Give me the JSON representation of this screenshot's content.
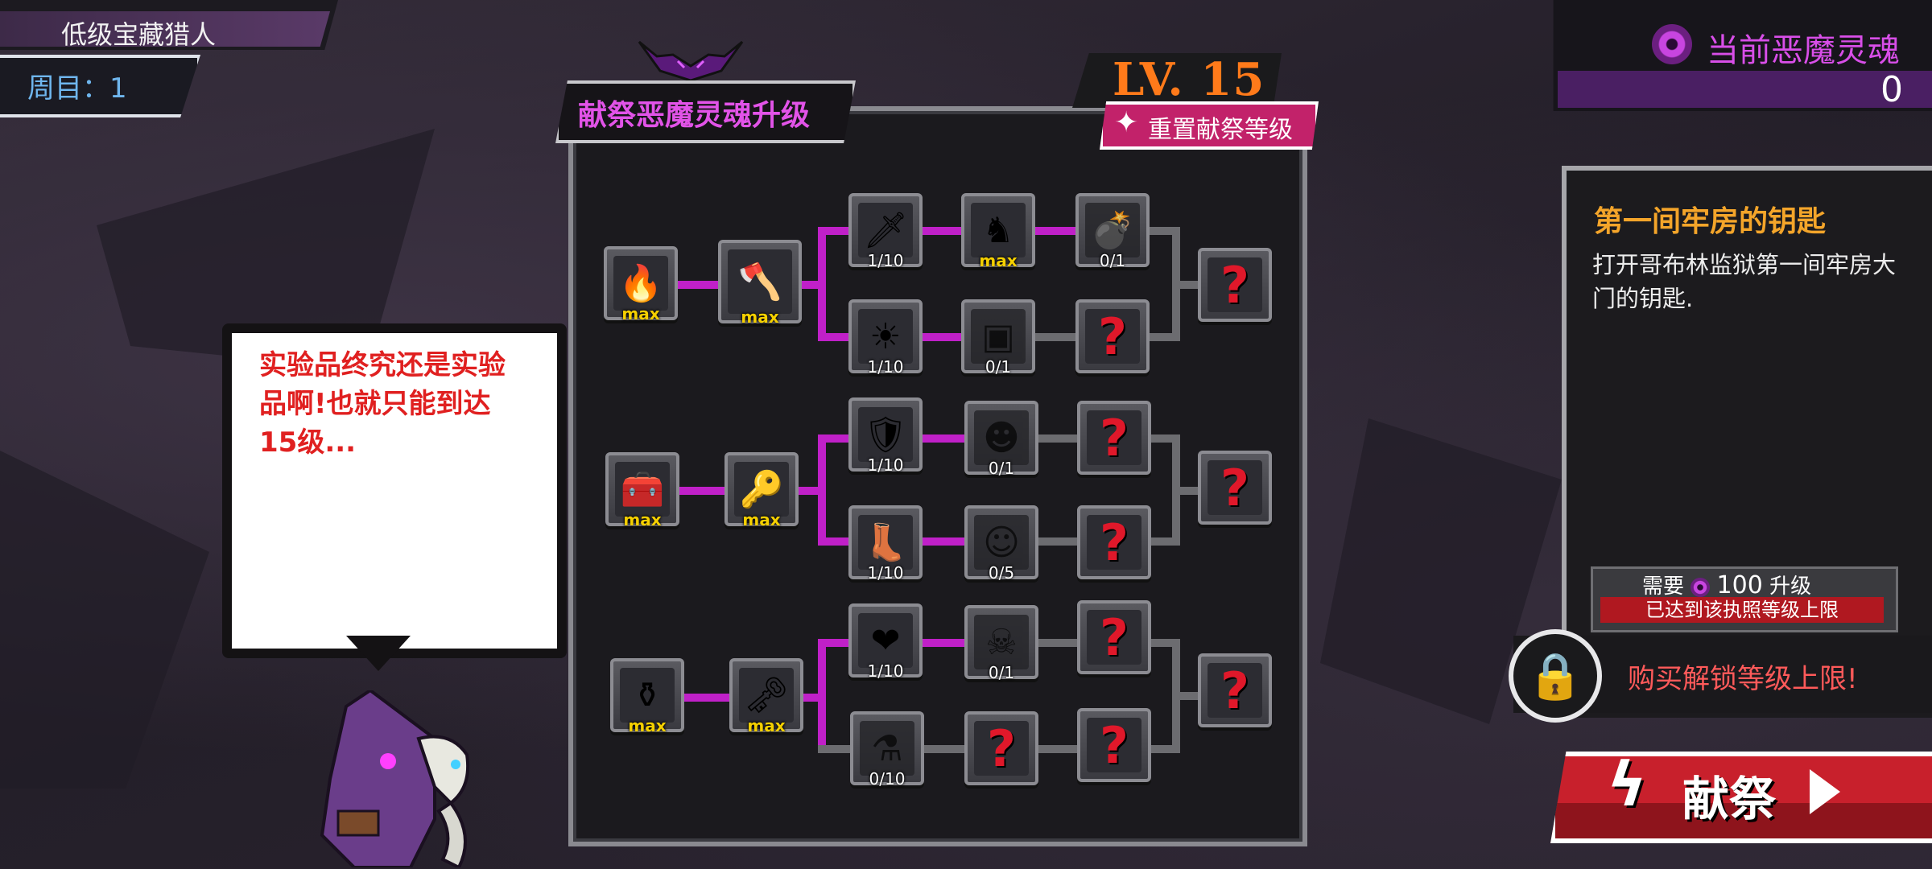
{
  "header": {
    "title": "低级宝藏猎人",
    "cycle_label": "周目：1"
  },
  "soul": {
    "label": "当前恶魔灵魂",
    "value": "0",
    "icon": "demon-soul-icon"
  },
  "board": {
    "title": "献祭恶魔灵魂升级",
    "level_text": "LV. 15",
    "reset_label": "重置献祭等级"
  },
  "rows": [
    {
      "nodes": [
        {
          "icon": "anvil-fire-icon",
          "label": "max",
          "unlocked": true
        },
        {
          "icon": "axe-icon",
          "label": "max",
          "unlocked": true
        },
        {
          "icon": "sword-up-icon",
          "label": "1/10",
          "unlocked": true
        },
        {
          "icon": "knight-icon",
          "label": "max",
          "unlocked": true
        },
        {
          "icon": "bomb-icon",
          "label": "0/1",
          "unlocked": false
        },
        {
          "icon": "sun-up-icon",
          "label": "1/10",
          "unlocked": true
        },
        {
          "icon": "cart-icon",
          "label": "0/1",
          "unlocked": false
        },
        {
          "icon": "unknown-icon",
          "label": "",
          "unlocked": false
        },
        {
          "icon": "unknown-icon",
          "label": "",
          "unlocked": false
        }
      ]
    },
    {
      "nodes": [
        {
          "icon": "treasure-chest-icon",
          "label": "max",
          "unlocked": true
        },
        {
          "icon": "key-icon",
          "label": "max",
          "unlocked": true
        },
        {
          "icon": "shield-up-icon",
          "label": "1/10",
          "unlocked": true
        },
        {
          "icon": "goblin-icon",
          "label": "0/1",
          "unlocked": false
        },
        {
          "icon": "unknown-icon",
          "label": "",
          "unlocked": false
        },
        {
          "icon": "winged-boot-icon",
          "label": "1/10",
          "unlocked": true
        },
        {
          "icon": "smile-icon",
          "label": "0/5",
          "unlocked": false
        },
        {
          "icon": "unknown-icon",
          "label": "",
          "unlocked": false
        },
        {
          "icon": "unknown-icon",
          "label": "",
          "unlocked": false
        }
      ]
    },
    {
      "nodes": [
        {
          "icon": "cauldron-icon",
          "label": "max",
          "unlocked": true
        },
        {
          "icon": "potion-key-icon",
          "label": "max",
          "unlocked": true
        },
        {
          "icon": "heart-up-icon",
          "label": "1/10",
          "unlocked": true
        },
        {
          "icon": "skull-icon",
          "label": "0/1",
          "unlocked": false
        },
        {
          "icon": "unknown-icon",
          "label": "",
          "unlocked": false
        },
        {
          "icon": "potion-icon",
          "label": "0/10",
          "unlocked": false
        },
        {
          "icon": "unknown-icon",
          "label": "",
          "unlocked": false
        },
        {
          "icon": "unknown-icon",
          "label": "",
          "unlocked": false
        },
        {
          "icon": "unknown-icon",
          "label": "",
          "unlocked": false
        }
      ]
    }
  ],
  "speech": {
    "text": "实验品终究还是实验品啊!也就只能到达15级..."
  },
  "info": {
    "title": "第一间牢房的钥匙",
    "description": "打开哥布林监狱第一间牢房大门的钥匙.",
    "requirement_prefix": "需要",
    "requirement_value": "100",
    "requirement_suffix": "升级",
    "limit_notice": "已达到该执照等级上限",
    "unlock_label": "购买解锁等级上限!"
  },
  "actions": {
    "sacrifice_label": "献祭"
  },
  "colors": {
    "accent_purple": "#c020c8",
    "max_yellow": "#f5d000",
    "level_orange": "#ff7a1a",
    "danger_red": "#c8202c"
  }
}
